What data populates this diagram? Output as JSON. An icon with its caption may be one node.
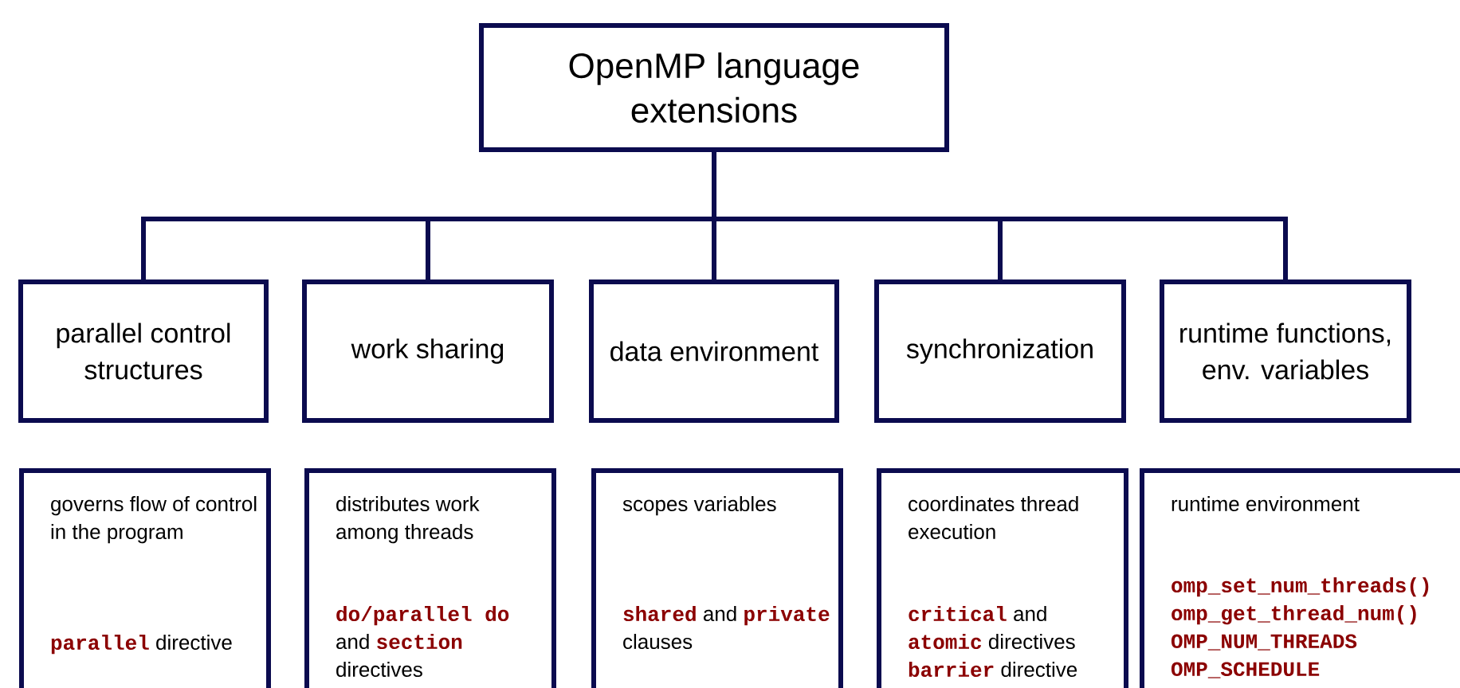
{
  "diagram": {
    "nodes": [
      {
        "text": [
          "OpenMP language extensions"
        ]
      },
      {
        "text": [
          "parallel control structures"
        ]
      },
      {
        "text": [
          "work sharing"
        ]
      },
      {
        "text": [
          "data environment"
        ]
      },
      {
        "text": [
          "synchronization"
        ]
      },
      {
        "text": [
          "runtime functions, env. variables"
        ]
      },
      {
        "text": [
          "governs flow of control in the program",
          "**parallel** directive"
        ]
      },
      {
        "text": [
          "distributes work among threads",
          "**do/parallel do** and **section** directives"
        ]
      },
      {
        "text": [
          "scopes variables",
          "**shared** and **private** clauses"
        ]
      },
      {
        "text": [
          "coordinates thread execution",
          "**critical** and **atomic** directives",
          "**barrier** directive"
        ]
      },
      {
        "text": [
          "runtime environment",
          "omp_set_num_threads()",
          "omp_get_thread_num()",
          "OMP_NUM_THREADS",
          "OMP_SCHEDULE"
        ]
      }
    ],
    "edges": [
      {
        "from": 0,
        "to": 1,
        "arrow": "none"
      },
      {
        "from": 0,
        "to": 2,
        "arrow": "none"
      },
      {
        "from": 0,
        "to": 3,
        "arrow": "none"
      },
      {
        "from": 0,
        "to": 4,
        "arrow": "none"
      },
      {
        "from": 0,
        "to": 5,
        "arrow": "none"
      }
    ]
  }
}
